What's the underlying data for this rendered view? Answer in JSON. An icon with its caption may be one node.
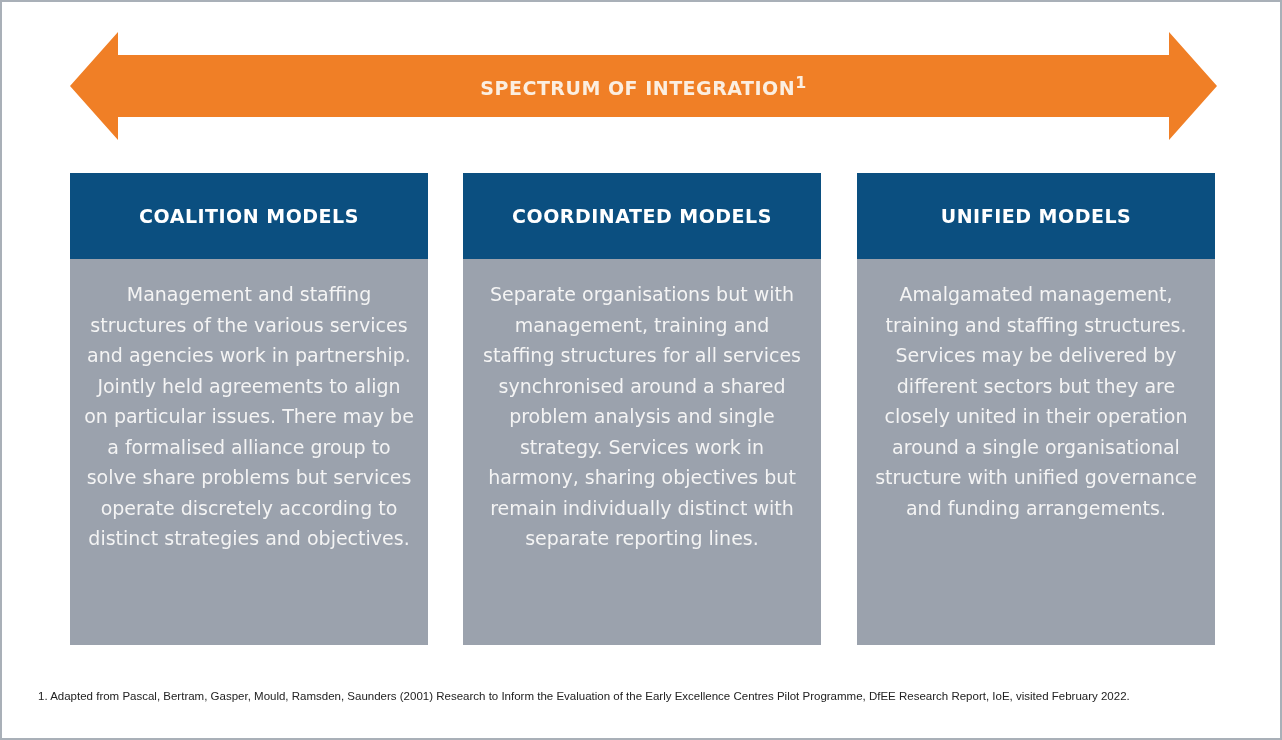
{
  "diagram": {
    "nodes": [
      {
        "text": [
          "SPECTRUM OF INTEGRATION$^{1}$"
        ]
      },
      {
        "text": [
          "COALITION MODELS",
          "Management and staffing structures of the various services and agencies work in partnership. Jointly held agreements to align on particular issues. There may be a formalised alliance group to solve share problems but services operate discretely according to distinct strategies and objectives."
        ]
      },
      {
        "text": [
          "COORDINATED MODELS",
          "Separate organisations but with management, training and staffing structures for all services synchronised around a shared problem analysis and single strategy. Services work in harmony, sharing objectives but remain individually distinct with separate reporting lines."
        ]
      },
      {
        "text": [
          "UNIFIED MODELS",
          "Amalgamated management, training and staffing structures. Services may be delivered by different sectors but they are closely united in their operation around a single organisational structure with unified governance and funding arrangements."
        ]
      }
    ],
    "labels": [
      "1. Adapted from Pascal, Bertram, Gasper, Mould, Ramsden, Saunders (2001) Research to Inform the Evaluation of the Early Excellence Centres Pilot Programme, DfEE Research Report, IoE, visited February 2022."
    ]
  }
}
